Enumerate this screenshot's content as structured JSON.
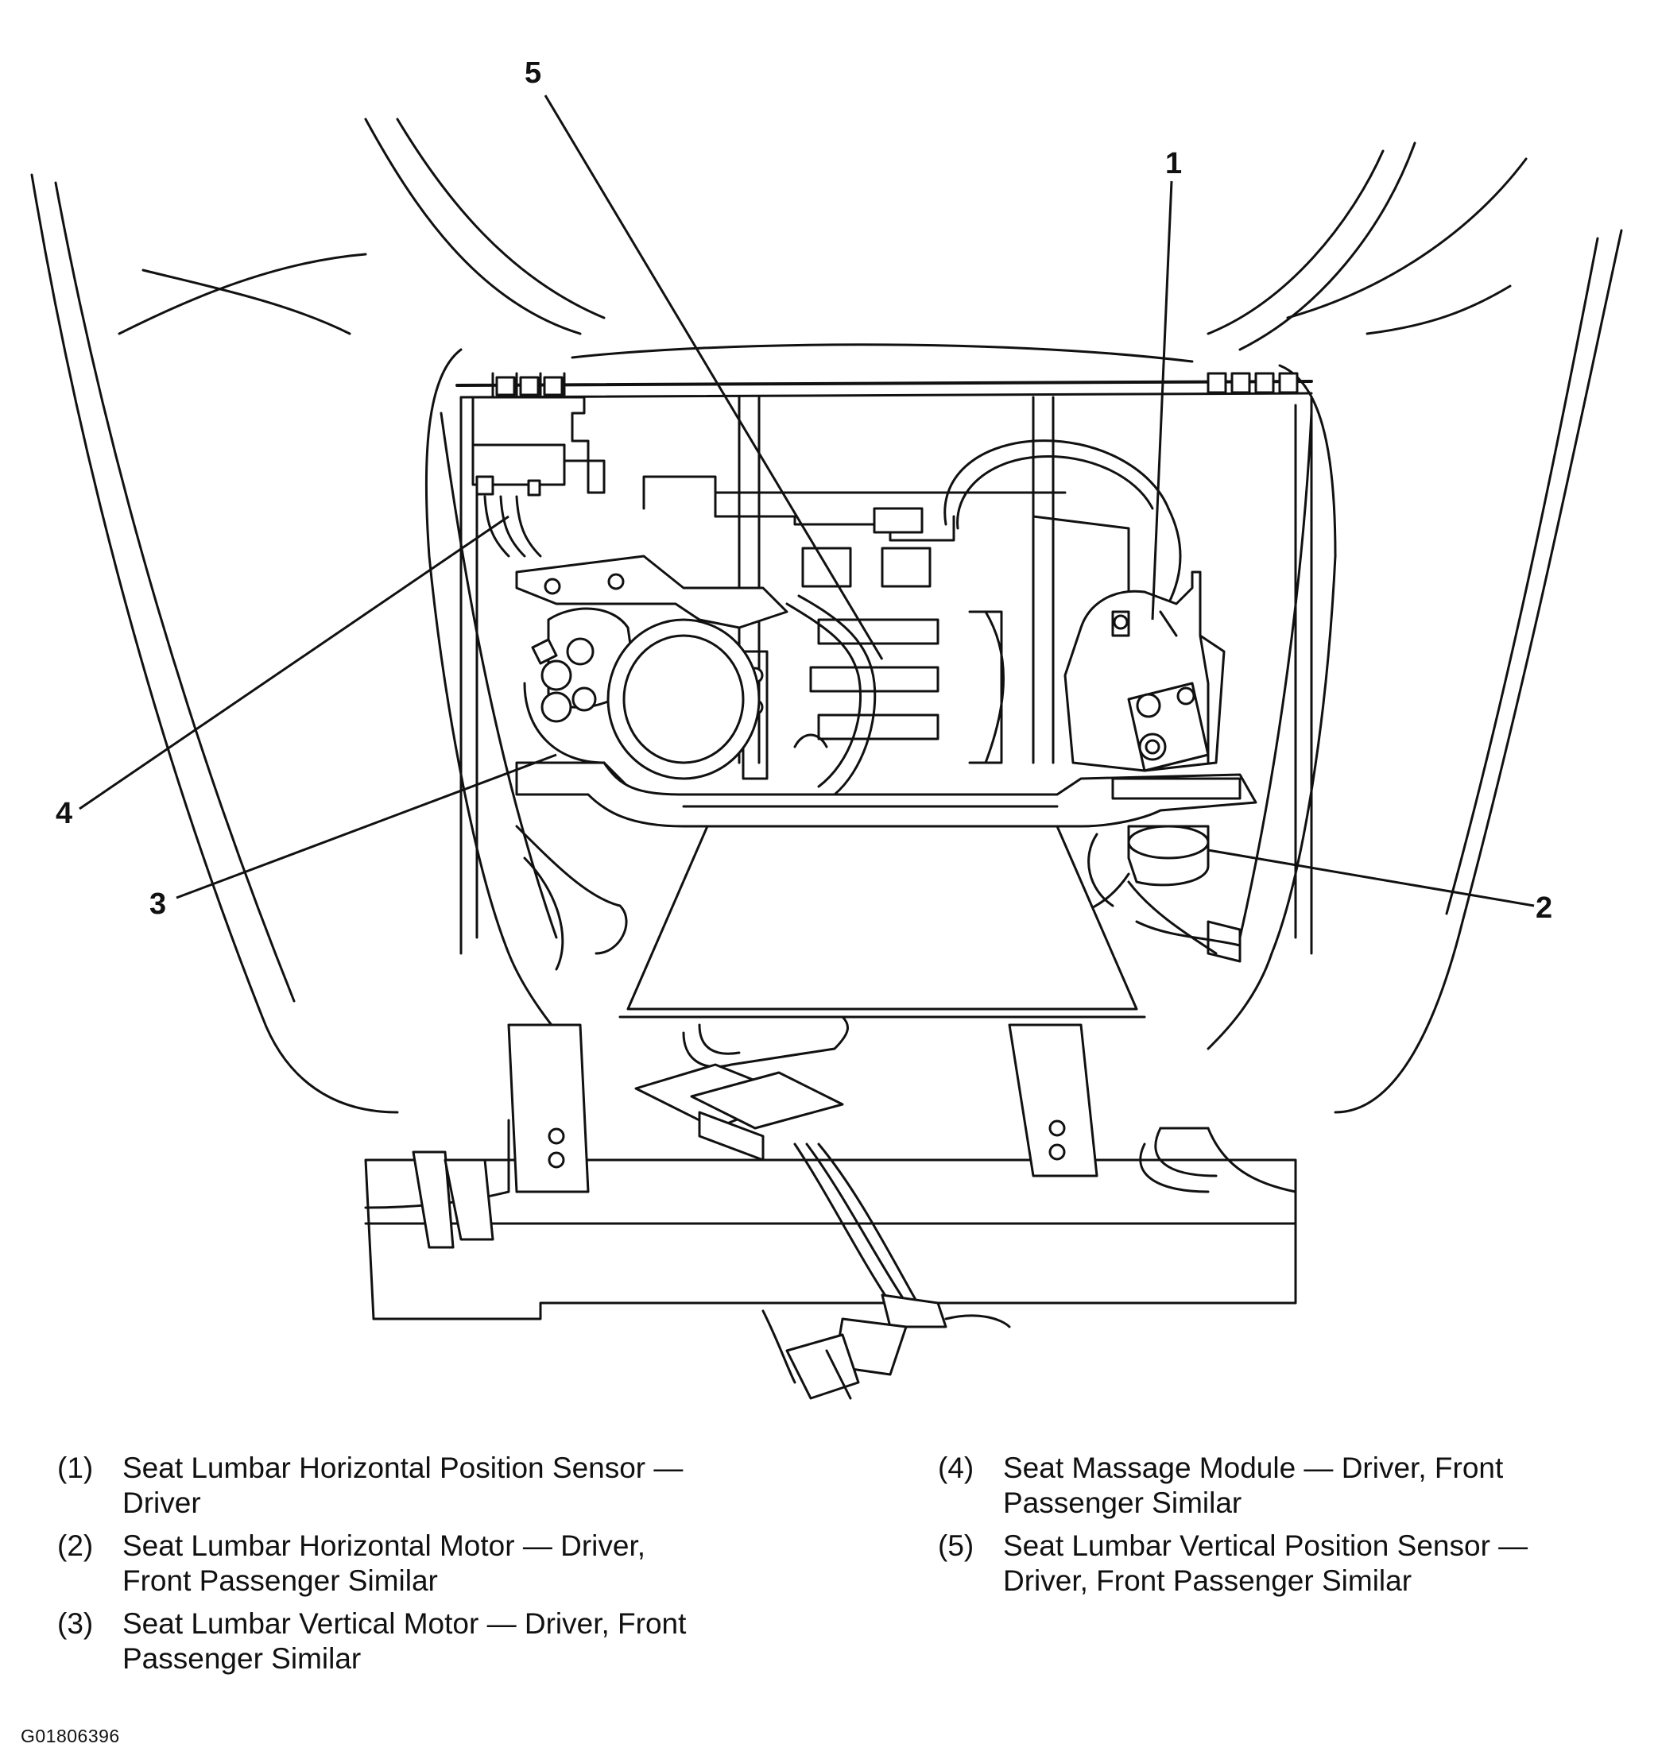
{
  "callouts": {
    "c1": "1",
    "c2": "2",
    "c3": "3",
    "c4": "4",
    "c5": "5"
  },
  "legend": {
    "left": [
      {
        "num": "(1)",
        "text": "Seat Lumbar Horizontal Position Sensor —\nDriver"
      },
      {
        "num": "(2)",
        "text": "Seat Lumbar Horizontal Motor — Driver,\nFront Passenger Similar"
      },
      {
        "num": "(3)",
        "text": "Seat Lumbar Vertical Motor — Driver, Front\nPassenger Similar"
      }
    ],
    "right": [
      {
        "num": "(4)",
        "text": "Seat Massage Module — Driver, Front\nPassenger Similar"
      },
      {
        "num": "(5)",
        "text": "Seat Lumbar Vertical Position Sensor —\nDriver, Front Passenger Similar"
      }
    ]
  },
  "figure_id": "G01806396"
}
